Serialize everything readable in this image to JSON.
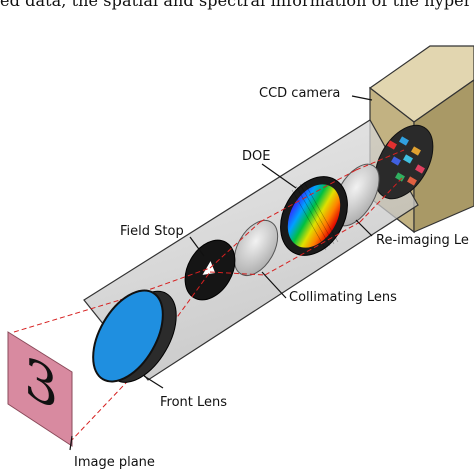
{
  "header_text": "ed data, the spatial and spectral information of the hyper sp",
  "labels": {
    "ccd_camera": "CCD camera",
    "doe": "DOE",
    "field_stop": "Field Stop",
    "reimaging_lens": "Re-imaging Le",
    "collimating_lens": "Collimating Lens",
    "front_lens": "Front Lens",
    "image_plane": "Image plane",
    "digit": "3"
  },
  "colors": {
    "tube": "#cfcfcf",
    "camera_body": "#c9b98a",
    "front_lens_glass": "#1f8fe0",
    "image_plane": "#d88aa0",
    "rays": "#d62020"
  }
}
